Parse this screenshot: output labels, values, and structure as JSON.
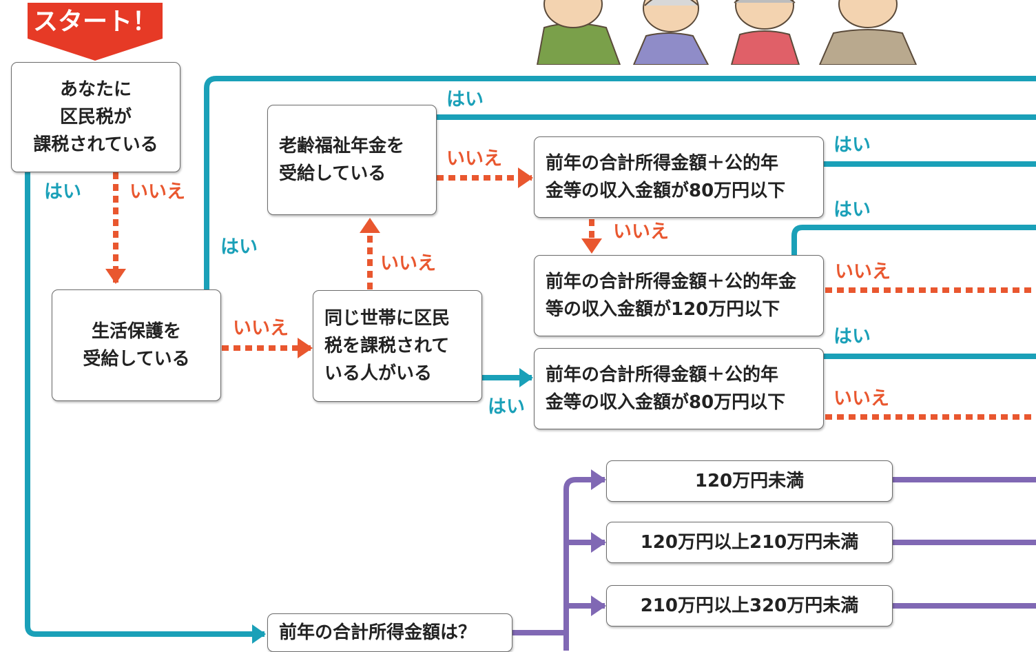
{
  "start": {
    "label": "スタート！"
  },
  "nodes": {
    "taxed": "あなたに\n区民税が\n課税されている",
    "welfare": "生活保護を\n受給している",
    "pension": "老齢福祉年金を\n受給している",
    "household": "同じ世帯に区民\n税を課税されて\nいる人がいる",
    "q80_top": "前年の合計所得金額＋公的年\n金等の収入金額が80万円以下",
    "q120": "前年の合計所得金額＋公的年金\n等の収入金額が120万円以下",
    "q80_bottom": "前年の合計所得金額＋公的年\n金等の収入金額が80万円以下",
    "income_question": "前年の合計所得金額は？",
    "range_1": "120万円未満",
    "range_2": "120万円以上210万円未満",
    "range_3": "210万円以上320万円未満"
  },
  "labels": {
    "yes": "はい",
    "no": "いいえ"
  },
  "colors": {
    "yes": "#1aa0b8",
    "no": "#e9572f",
    "income": "#8068b4",
    "start": "#e63a26"
  },
  "illustration": {
    "icon": "elderly-people-illustration"
  }
}
